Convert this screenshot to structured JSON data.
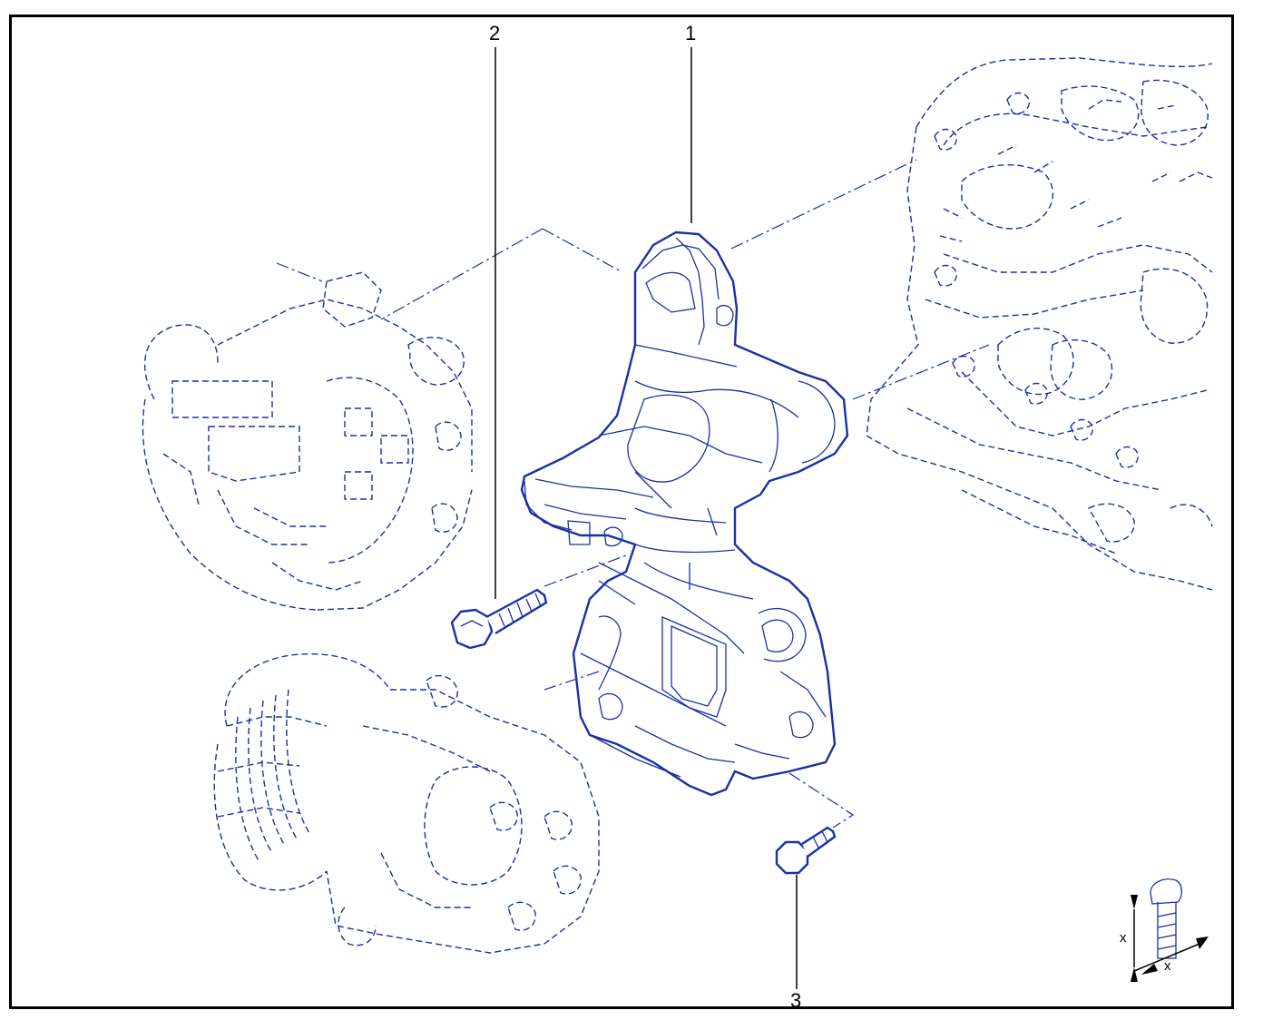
{
  "colors": {
    "line_art": "#1a2fa8",
    "leader": "#000000",
    "frame": "#000000"
  },
  "callouts": [
    {
      "id": "1",
      "label": "1"
    },
    {
      "id": "2",
      "label": "2"
    },
    {
      "id": "3",
      "label": "3"
    }
  ],
  "dimension_symbol": {
    "label_x_vertical": "x",
    "label_x_horizontal": "x"
  }
}
